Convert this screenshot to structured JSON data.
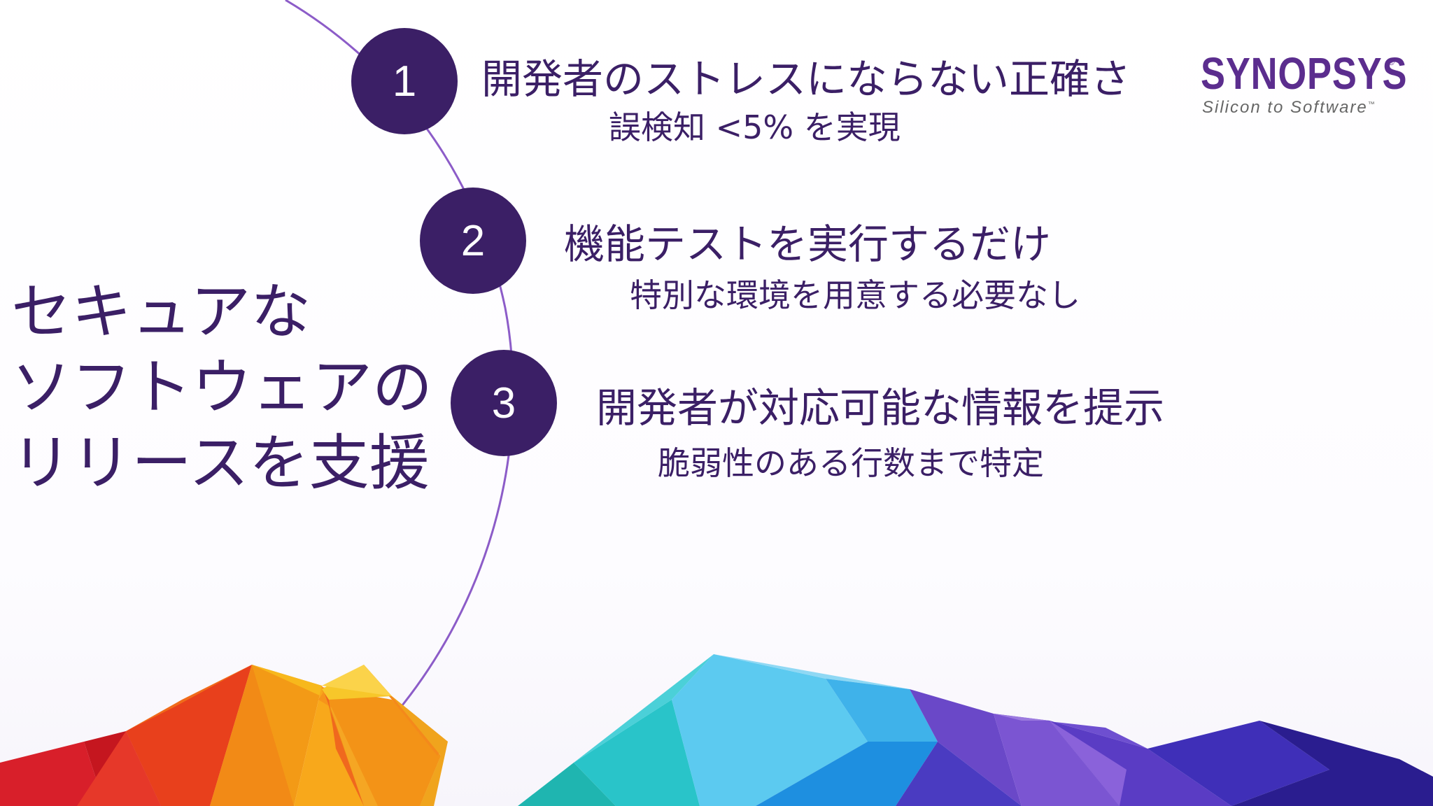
{
  "slide": {
    "headline_lines": [
      "セキュアな",
      "ソフトウェアの",
      "リリースを支援"
    ],
    "items": [
      {
        "number": "1",
        "title": "開発者のストレスにならない正確さ",
        "subtitle": "誤検知 <5% を実現"
      },
      {
        "number": "2",
        "title": "機能テストを実行するだけ",
        "subtitle": "特別な環境を用意する必要なし"
      },
      {
        "number": "3",
        "title": "開発者が対応可能な情報を提示",
        "subtitle": "脆弱性のある行数まで特定"
      }
    ]
  },
  "logo": {
    "name": "SYNOPSYS",
    "registered_mark": "®",
    "tagline": "Silicon to Software",
    "tagline_mark": "™"
  },
  "colors": {
    "brand_purple": "#3b1f66",
    "logo_purple": "#5b2d8e",
    "arc_line": "#8c5cc8"
  },
  "icons": {
    "logo": "synopsys-logo-icon"
  }
}
